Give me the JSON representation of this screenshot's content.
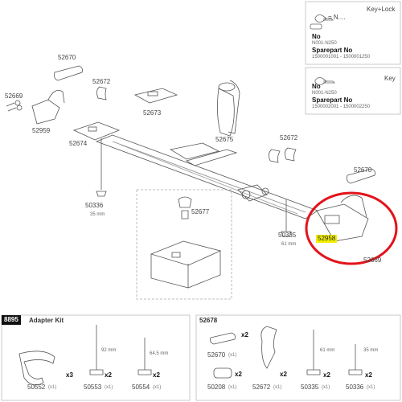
{
  "key_lock_box": {
    "title": "Key+Lock",
    "symbol": "= N....",
    "no_label": "No",
    "no_value": "N001-N250",
    "sparepart_label": "Sparepart No",
    "sparepart_value": "1500001001 - 1500001250"
  },
  "key_box": {
    "title": "Key",
    "no_label": "No",
    "no_value": "N001-N250",
    "sparepart_label": "Sparepart No",
    "sparepart_value": "1500002001 - 1500002250"
  },
  "parts": {
    "p52670_top": "52670",
    "p52669_left": "52669",
    "p52672_left": "52672",
    "p52959": "52959",
    "p52673": "52673",
    "p52674": "52674",
    "p52675": "52675",
    "p52672_right": "52672",
    "p52670_right": "52670",
    "p50336": "50336",
    "p35mm": "35 mm",
    "p52677": "52677",
    "p50335": "50335",
    "p61mm": "61 mm",
    "p52958": "52958",
    "p52669_right": "52669"
  },
  "adapter_kit": {
    "code": "8895",
    "title": "Adapter Kit",
    "len1": "92 mm",
    "len2": "64,5 mm",
    "items": [
      {
        "part": "50552",
        "qty": "(x1)",
        "mult": "x3"
      },
      {
        "part": "50553",
        "qty": "(x1)",
        "mult": "x2"
      },
      {
        "part": "50554",
        "qty": "(x1)",
        "mult": "x2"
      }
    ]
  },
  "kit_52678": {
    "code": "52678",
    "len1": "61 mm",
    "len2": "35 mm",
    "items": [
      {
        "part": "52670",
        "qty": "(x1)",
        "mult": "x2"
      },
      {
        "part": "50208",
        "qty": "(x1)",
        "mult": "x2"
      },
      {
        "part": "52672",
        "qty": "(x1)",
        "mult": "x2"
      },
      {
        "part": "50335",
        "qty": "(x1)",
        "mult": "x2"
      },
      {
        "part": "50336",
        "qty": "(x1)",
        "mult": "x2"
      }
    ]
  },
  "colors": {
    "highlight_ring": "#e3131b",
    "highlight_tag": "#f2ee00",
    "line": "#555555"
  }
}
